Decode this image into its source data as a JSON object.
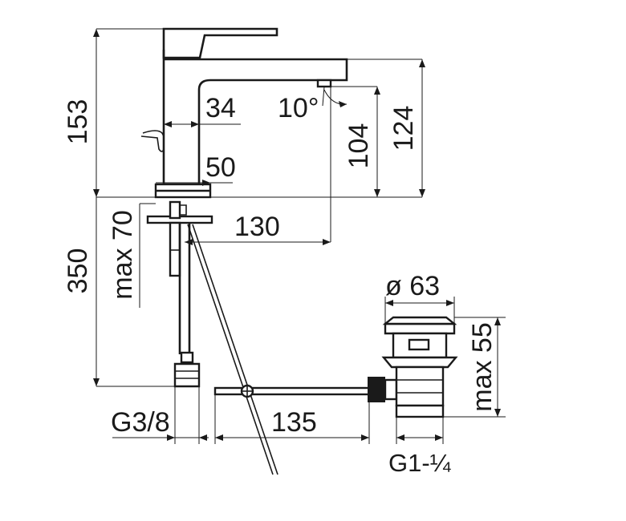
{
  "dimensions": {
    "d153": "153",
    "d34": "34",
    "d10": "10°",
    "d104": "104",
    "d124": "124",
    "d50": "50",
    "dmax70": "max 70",
    "d130": "130",
    "d350": "350",
    "d63": "ø 63",
    "dmax55": "max 55",
    "dg38": "G3/8",
    "d135": "135",
    "dg114": "G1-¼"
  }
}
